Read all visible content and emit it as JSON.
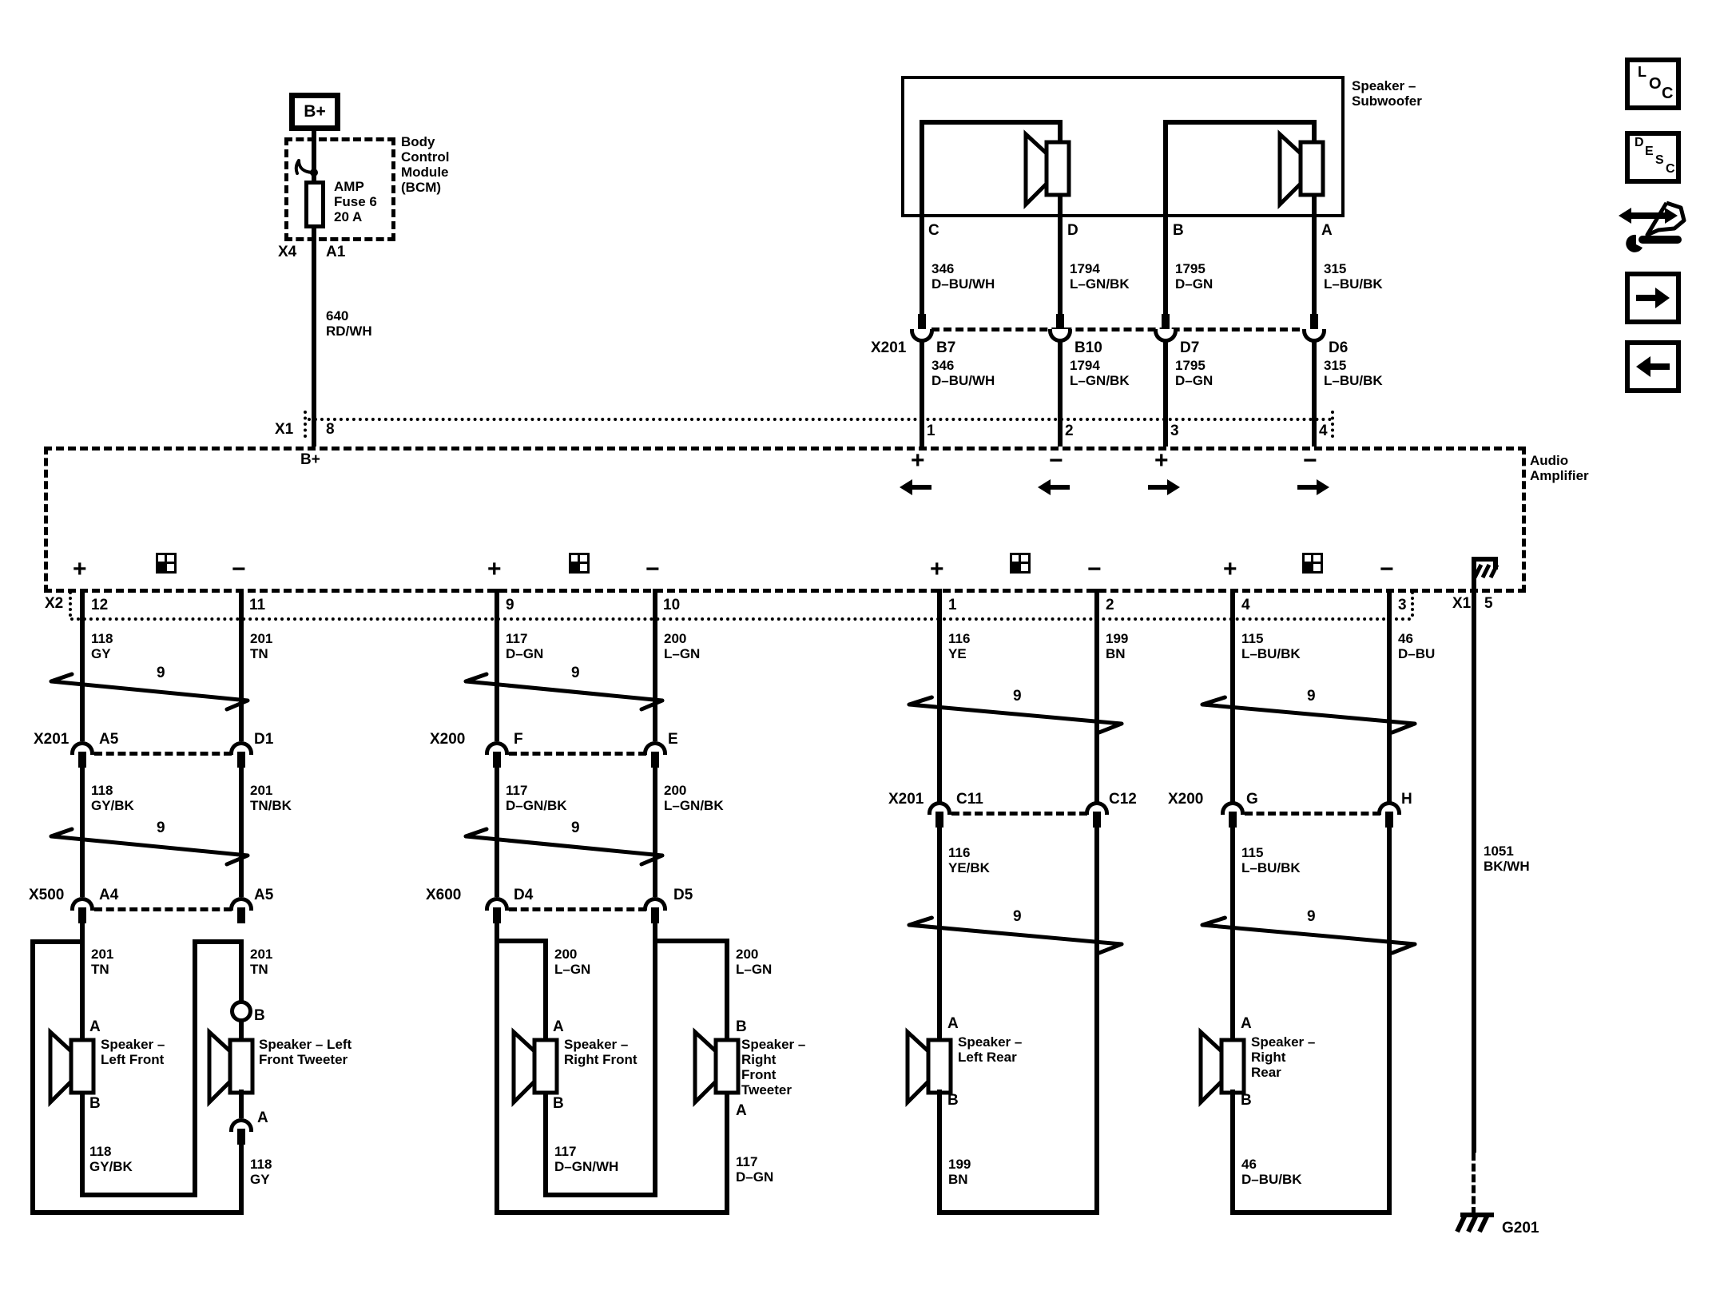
{
  "power": {
    "b_plus_box": "B+",
    "bcm_label": "Body\nControl\nModule\n(BCM)",
    "fuse_label": "AMP\nFuse 6\n20 A",
    "x4": "X4",
    "a1": "A1",
    "wire_640": "640\nRD/WH",
    "x1": "X1",
    "pin8": "8",
    "b_plus_pin": "B+"
  },
  "subwoofer": {
    "label": "Speaker –\nSubwoofer",
    "pins": [
      "C",
      "D",
      "B",
      "A"
    ],
    "wires_upper": [
      "346\nD–BU/WH",
      "1794\nL–GN/BK",
      "1795\nD–GN",
      "315\nL–BU/BK"
    ],
    "connector": "X201",
    "connector_pins": [
      "B7",
      "B10",
      "D7",
      "D6"
    ],
    "wires_lower": [
      "346\nD–BU/WH",
      "1794\nL–GN/BK",
      "1795\nD–GN",
      "315\nL–BU/BK"
    ],
    "amp_pins": [
      "1",
      "2",
      "3",
      "4"
    ],
    "polarity": [
      "+",
      "−",
      "+",
      "−"
    ]
  },
  "amp": {
    "label": "Audio\nAmplifier",
    "x2": "X2",
    "x1": "X1",
    "pin5": "5",
    "ground_wire": "1051\nBK/WH",
    "ground_ref": "G201"
  },
  "channels": [
    {
      "pin_pos": "12",
      "pin_neg": "11",
      "pol_pos": "+",
      "pol_neg": "−",
      "wire_pos": "118\nGY",
      "wire_neg": "201\nTN",
      "shield1": "9",
      "conn1": "X201",
      "conn1_pos": "A5",
      "conn1_neg": "D1",
      "wire_pos2": "118\nGY/BK",
      "wire_neg2": "201\nTN/BK",
      "shield2": "9",
      "conn2": "X500",
      "conn2_pos": "A4",
      "conn2_neg": "A5",
      "spk_feed": "201\nTN",
      "twt_feed": "201\nTN",
      "spk_pin_top": "A",
      "spk_label": "Speaker –\nLeft Front",
      "spk_pin_bot": "B",
      "twt_pin_top": "B",
      "twt_label": "Speaker – Left\nFront Tweeter",
      "twt_pin_bot": "A",
      "spk_return": "118\nGY/BK",
      "twt_return": "118\nGY"
    },
    {
      "pin_pos": "9",
      "pin_neg": "10",
      "pol_pos": "+",
      "pol_neg": "−",
      "wire_pos": "117\nD–GN",
      "wire_neg": "200\nL–GN",
      "shield1": "9",
      "conn1": "X200",
      "conn1_pos": "F",
      "conn1_neg": "E",
      "wire_pos2": "117\nD–GN/BK",
      "wire_neg2": "200\nL–GN/BK",
      "shield2": "9",
      "conn2": "X600",
      "conn2_pos": "D4",
      "conn2_neg": "D5",
      "spk_feed": "200\nL–GN",
      "twt_feed": "200\nL–GN",
      "spk_pin_top": "A",
      "spk_label": "Speaker –\nRight Front",
      "spk_pin_bot": "B",
      "twt_pin_top": "B",
      "twt_label": "Speaker –\nRight\nFront\nTweeter",
      "twt_pin_bot": "A",
      "spk_return": "117\nD–GN/WH",
      "twt_return": "117\nD–GN"
    },
    {
      "pin_pos": "1",
      "pin_neg": "2",
      "pol_pos": "+",
      "pol_neg": "−",
      "wire_pos": "116\nYE",
      "wire_neg": "199\nBN",
      "shield1": "9",
      "conn1": "X201",
      "conn1_pos": "C11",
      "conn1_neg": "C12",
      "wire_pos2": "116\nYE/BK",
      "shield2": "9",
      "spk_pin_top": "A",
      "spk_label": "Speaker –\nLeft Rear",
      "spk_pin_bot": "B",
      "spk_return": "199\nBN"
    },
    {
      "pin_pos": "4",
      "pin_neg": "3",
      "pol_pos": "+",
      "pol_neg": "−",
      "wire_pos": "115\nL–BU/BK",
      "wire_neg": "46\nD–BU",
      "shield1": "9",
      "conn1": "X200",
      "conn1_pos": "G",
      "conn1_neg": "H",
      "wire_pos2": "115\nL–BU/BK",
      "shield2": "9",
      "spk_pin_top": "A",
      "spk_label": "Speaker –\nRight\nRear",
      "spk_pin_bot": "B",
      "spk_return": "46\nD–BU/BK"
    }
  ],
  "toolbar": {
    "loc": [
      "L",
      "O",
      "C"
    ],
    "desc": [
      "D",
      "E",
      "S",
      "C"
    ]
  }
}
